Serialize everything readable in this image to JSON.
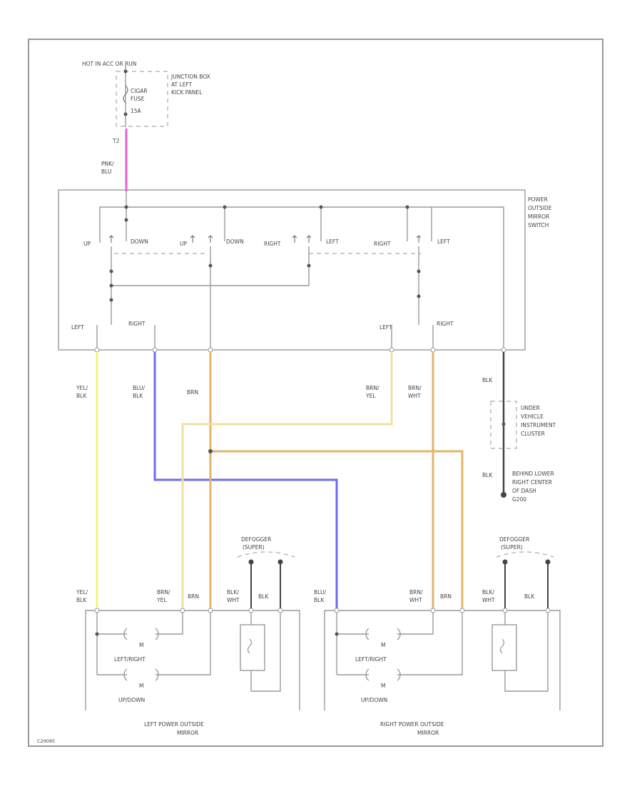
{
  "fuse": {
    "hot_label": "HOT IN ACC OR RUN",
    "junction_box": [
      "JUNCTION BOX",
      "AT LEFT",
      "KICK PANEL"
    ],
    "fuse_name": [
      "CIGAR",
      "FUSE"
    ],
    "fuse_rating": "15A",
    "connector": "T2"
  },
  "switch": {
    "title": [
      "POWER",
      "OUTSIDE",
      "MIRROR",
      "SWITCH"
    ],
    "up1": "UP",
    "down1": "DOWN",
    "up2": "UP",
    "down2": "DOWN",
    "right1": "RIGHT",
    "left1": "LEFT",
    "right2": "RIGHT",
    "left2": "LEFT",
    "left_sel": "LEFT",
    "right_sel": "RIGHT",
    "left_sel2": "LEFT",
    "right_sel2": "RIGHT"
  },
  "wires": {
    "pnk_blu": [
      "PNK/",
      "BLU"
    ],
    "yel_blk": [
      "YEL/",
      "BLK"
    ],
    "blu_blk": [
      "BLU/",
      "BLK"
    ],
    "brn": "BRN",
    "brn_yel": [
      "BRN/",
      "YEL"
    ],
    "brn_wht": [
      "BRN/",
      "WHT"
    ],
    "blk": "BLK",
    "blk_wht": [
      "BLK/",
      "WHT"
    ]
  },
  "ground": {
    "clamp": [
      "UNDER",
      "VEHICLE",
      "INSTRUMENT",
      "CLUSTER"
    ],
    "location": [
      "BEHIND LOWER",
      "RIGHT CENTER",
      "OF DASH",
      "G200"
    ]
  },
  "defogger": [
    "DEFOGGER",
    "(SUPER)"
  ],
  "motors": {
    "left_right": "LEFT/RIGHT",
    "up_down": "UP/DOWN",
    "motor_symbol": "M"
  },
  "mirrors": {
    "left": [
      "LEFT POWER OUTSIDE",
      "MIRROR"
    ],
    "right": [
      "RIGHT POWER OUTSIDE",
      "MIRROR"
    ]
  },
  "footer_code": "C29085",
  "colors": {
    "pink": "#e85fd0",
    "yellow": "#f3f37a",
    "blue": "#6c6cf0",
    "tan": "#e0b56a",
    "black": "#444444"
  }
}
